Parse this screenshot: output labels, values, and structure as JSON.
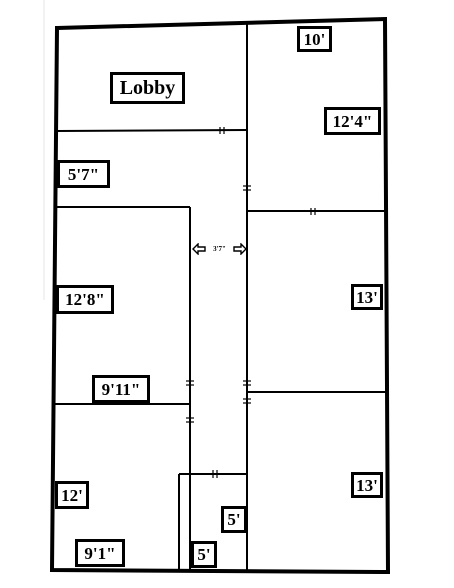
{
  "rooms": {
    "lobby": "Lobby",
    "top_right_width": "10'",
    "top_right_depth": "12'4\"",
    "hall_width": "5'7\"",
    "left_middle_depth": "12'8\"",
    "left_middle_width": "9'11\"",
    "right_middle_depth": "13'",
    "right_bottom_depth": "13'",
    "left_bottom_depth": "12'",
    "left_bottom_width": "9'1\"",
    "closet_depth": "5'",
    "closet_width": "5'"
  },
  "corridor": {
    "width": "3'7\""
  },
  "colors": {
    "wall": "#000000",
    "background": "#ffffff"
  },
  "icons": {
    "corridor_left": "arrow-left-icon",
    "corridor_right": "arrow-right-icon"
  }
}
